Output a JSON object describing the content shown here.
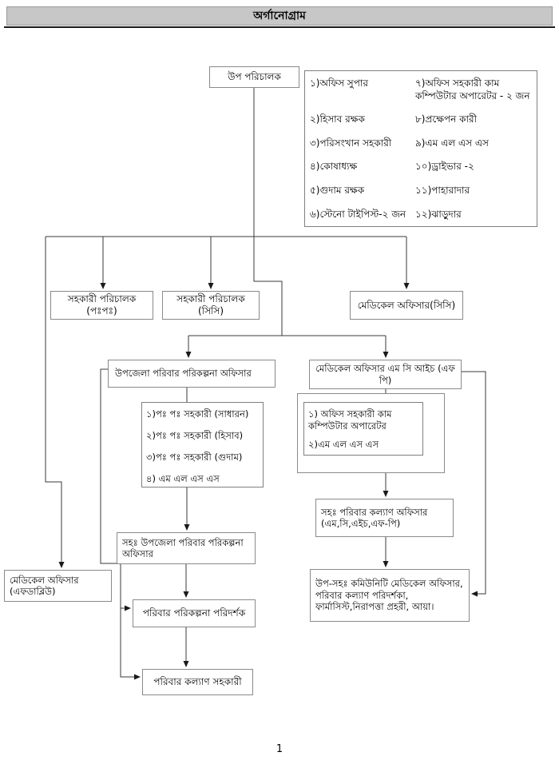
{
  "header": {
    "title": "অর্গানোগ্রাম"
  },
  "footer": {
    "page_number": "1"
  },
  "colors": {
    "title_bar": "#c7c7c7",
    "box_border": "#8a8a8a",
    "line": "#3a3a3a"
  },
  "nodes": {
    "deputy_director": "উপ পরিচালক",
    "assistant_director_fp": "সহকারী পরিচালক (পঃপঃ)",
    "assistant_director_cc": "সহকারী পরিচালক (সিসি)",
    "medical_officer_cc": "মেডিকেল অফিসার(সিসি)",
    "upazila_fp_officer": "উপজেলা পরিবার পরিকল্পনা অফিসার",
    "medical_officer_mch_fp": "মেডিকেল অফিসার এম সি আইচ (এফ পি)",
    "asst_family_welfare_officer": "সহঃ পরিবার কল্যাণ অফিসার (এম,সি,এইচ,এফ-পি)",
    "asst_upazila_fp_officer": "সহঃ উপজেলা পরিবার পরিকল্পনা অফিসার",
    "medical_officer_fw": "মেডিকেল অফিসার (এফডাব্লিউ)",
    "fp_inspector": "পরিবার পরিকল্পনা পরিদর্শক",
    "fw_assistant": "পরিবার কল্যাণ সহকারী",
    "sacmo_group": "উপ-সহঃ কমিউনিটি মেডিকেল অফিসার, পরিবার কল্যাণ পরিদর্শকা, ফার্মাসিস্ট,নিরাপত্তা প্রহরী, আয়া।"
  },
  "hq_staff_list": {
    "rows": [
      {
        "left": "১)অফিস সুপার",
        "right": "৭)অফিস সহকারী কাম কম্পিউটার অপারেটর - ২ জন"
      },
      {
        "left": "২)হিসাব রক্ষক",
        "right": "৮)প্রক্ষেপন কারী"
      },
      {
        "left": "৩)পরিসংখান সহকারী",
        "right": "৯)এম এল এস এস"
      },
      {
        "left": "৪)কোষাধ্যক্ষ",
        "right": "১০)ড্রাইভার -২"
      },
      {
        "left": "৫)গুদাম রক্ষক",
        "right": "১১)পাহারাদার"
      },
      {
        "left": "৬)স্টেনো টাইপিস্ট-২ জন",
        "right": "১২)ঝাড়ুদার"
      }
    ]
  },
  "upazila_staff_list": {
    "items": [
      "১)পঃ পঃ সহকারী (সাধারন)",
      "২)পঃ পঃ সহকারী (হিসাব)",
      "৩)পঃ পঃ সহকারী (গুদাম)",
      "৪) এম এল এস এস"
    ]
  },
  "mch_staff_list": {
    "items": [
      "১) অফিস সহকারী কাম কম্পিউটার অপারেটর",
      "২)এম এল এস এস"
    ]
  }
}
